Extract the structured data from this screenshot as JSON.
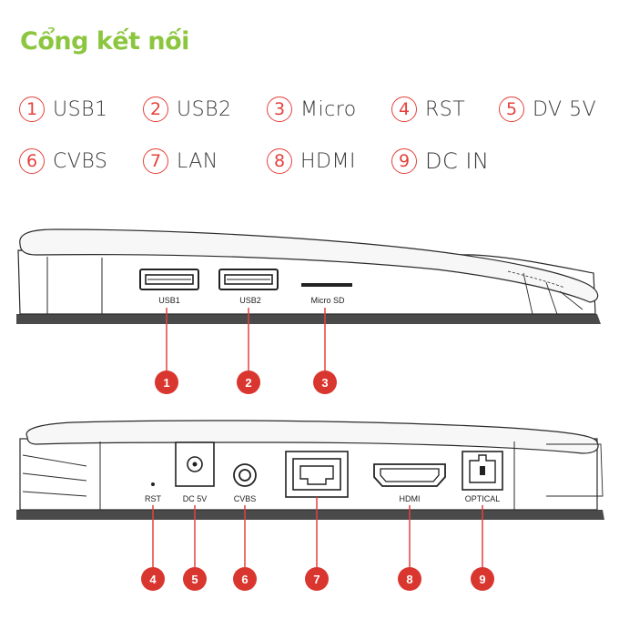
{
  "title": "Cổng kết nối",
  "legend": [
    {
      "num": "1",
      "label": "USB1"
    },
    {
      "num": "2",
      "label": "USB2"
    },
    {
      "num": "3",
      "label": "Micro"
    },
    {
      "num": "4",
      "label": "RST"
    },
    {
      "num": "5",
      "label": "DV 5V"
    },
    {
      "num": "6",
      "label": "CVBS"
    },
    {
      "num": "7",
      "label": "LAN"
    },
    {
      "num": "8",
      "label": "HDMI"
    },
    {
      "num": "9",
      "label": "DC IN"
    }
  ],
  "front_panel": {
    "ports": [
      {
        "label": "USB1",
        "callout": "1"
      },
      {
        "label": "USB2",
        "callout": "2"
      },
      {
        "label": "Micro SD",
        "callout": "3"
      }
    ]
  },
  "back_panel": {
    "ports": [
      {
        "label": "RST",
        "callout": "4"
      },
      {
        "label": "DC 5V",
        "callout": "5"
      },
      {
        "label": "CVBS",
        "callout": "6"
      },
      {
        "label": "",
        "callout": "7"
      },
      {
        "label": "HDMI",
        "callout": "8"
      },
      {
        "label": "OPTICAL",
        "callout": "9"
      }
    ]
  },
  "colors": {
    "title": "#8cc63f",
    "accent": "#e5413c",
    "callout_fill": "#d9362f"
  }
}
